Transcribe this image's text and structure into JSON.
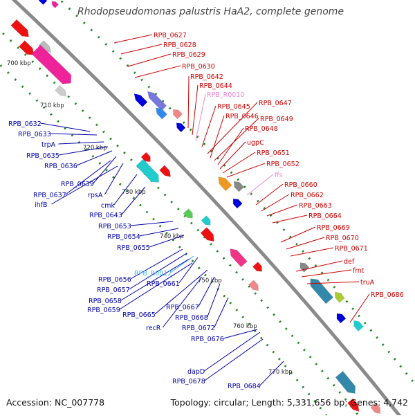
{
  "title": "Rhodopseudomonas palustris HaA2, complete genome",
  "accession": "Accession: NC_007778",
  "topology": "Topology: circular; Length: 5,331,656 bp; Genes: 4,742",
  "colors": {
    "backbone": "#8a8a8a",
    "forward": "#ee1111",
    "reverse": "#0000dd",
    "rna": "#ee88cc",
    "trna_label": "#33bbee",
    "ticks": "#228822"
  },
  "kbp_ticks": [
    "700 kbp",
    "710 kbp",
    "720 kbp",
    "730 kbp",
    "740 kbp",
    "750 kbp",
    "760 kbp",
    "770 kbp"
  ],
  "forward_labels": [
    "RPB_0627",
    "RPB_0628",
    "RPB_0629",
    "RPB_0630",
    "RPB_0642",
    "RPB_0644",
    "RPB_R0010",
    "RPB_0645",
    "RPB_0647",
    "RPB_0646",
    "RPB_0649",
    "RPB_0648",
    "ugpC",
    "RPB_0651",
    "RPB_0652",
    "ffs",
    "RPB_0660",
    "RPB_0662",
    "RPB_0663",
    "RPB_0664",
    "RPB_0669",
    "RPB_0670",
    "RPB_0671",
    "def",
    "fmt",
    "truA",
    "RPB_0686"
  ],
  "reverse_labels": [
    "RPB_0632",
    "RPB_0633",
    "trpA",
    "RPB_0635",
    "RPB_0636",
    "RPB_0639",
    "RPB_0637",
    "rpsA",
    "ihfB",
    "cmk",
    "RPB_0643",
    "RPB_0653",
    "RPB_0654",
    "RPB_0655",
    "RPB_R0012",
    "RPB_0656",
    "RPB_0657",
    "RPB_0661",
    "RPB_0658",
    "RPB_0659",
    "RPB_0665",
    "RPB_0667",
    "recR",
    "RPB_0668",
    "RPB_0672",
    "RPB_0676",
    "dapD",
    "RPB_0678",
    "RPB_0684"
  ]
}
